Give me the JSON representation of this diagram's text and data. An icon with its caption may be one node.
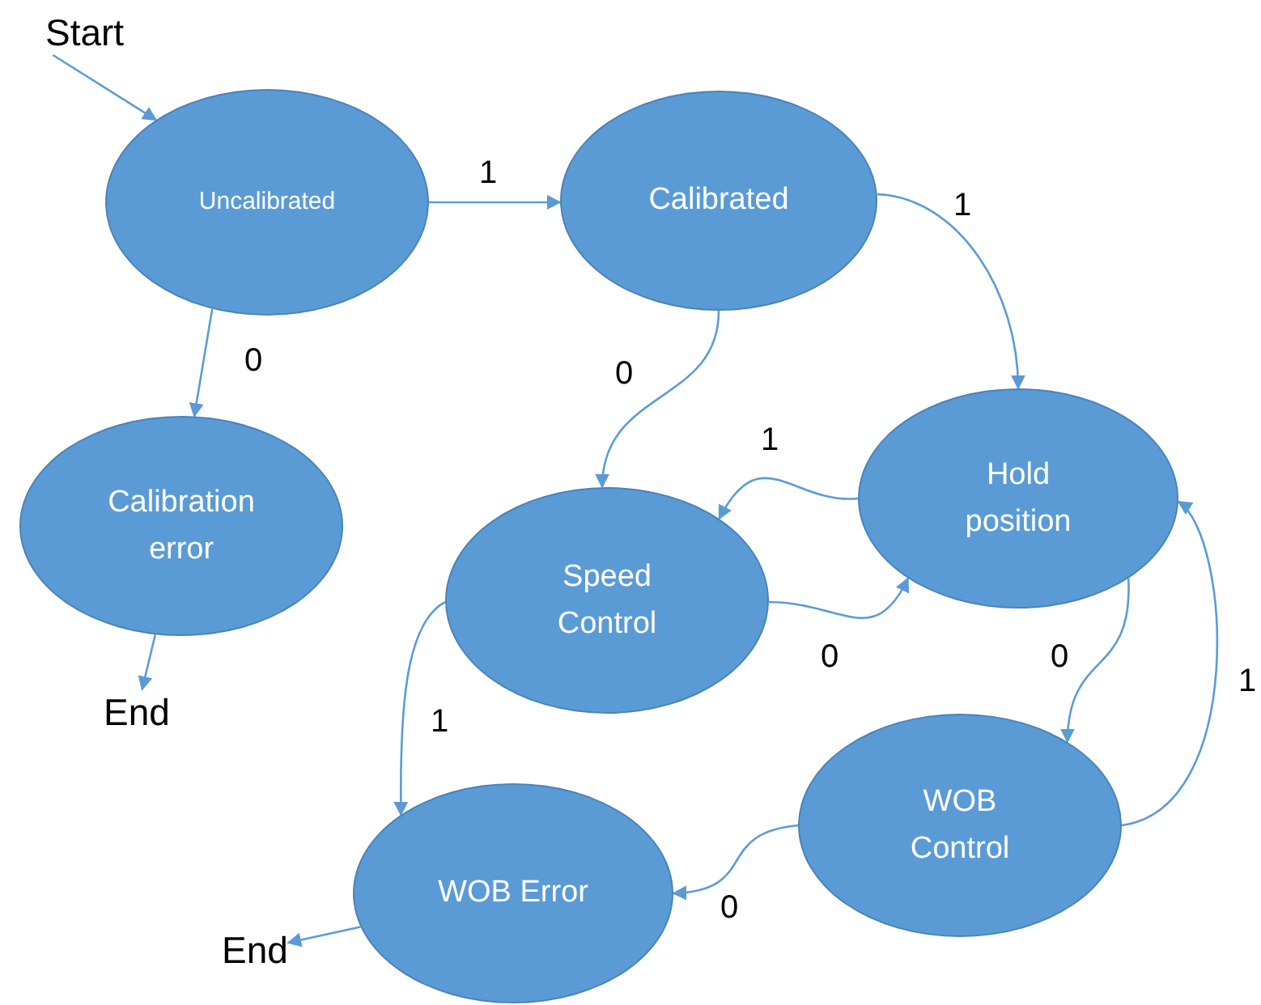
{
  "diagram": {
    "nodes": [
      {
        "text": [
          "Start"
        ]
      },
      {
        "text": [
          "Uncalibrated"
        ]
      },
      {
        "text": [
          "Calibrated"
        ]
      },
      {
        "text": [
          "Calibration error"
        ]
      },
      {
        "text": [
          "End"
        ]
      },
      {
        "text": [
          "Hold position"
        ]
      },
      {
        "text": [
          "Speed Control"
        ]
      },
      {
        "text": [
          "WOB Control"
        ]
      },
      {
        "text": [
          "WOB Error"
        ]
      },
      {
        "text": [
          "End"
        ]
      }
    ],
    "edges": [
      {
        "from": 0,
        "to": 1,
        "arrow": "to"
      },
      {
        "from": 1,
        "to": 2,
        "arrow": "to",
        "label": "1"
      },
      {
        "from": 1,
        "to": 3,
        "arrow": "to",
        "label": "0"
      },
      {
        "from": 2,
        "to": 5,
        "arrow": "to",
        "label": "1"
      },
      {
        "from": 2,
        "to": 6,
        "arrow": "to",
        "label": "0"
      },
      {
        "from": 5,
        "to": 6,
        "arrow": "to",
        "label": "1"
      },
      {
        "from": 6,
        "to": 5,
        "arrow": "to",
        "label": "0"
      },
      {
        "from": 5,
        "to": 7,
        "arrow": "to",
        "label": "0"
      },
      {
        "from": 7,
        "to": 5,
        "arrow": "to",
        "label": "1"
      },
      {
        "from": 6,
        "to": 8,
        "arrow": "to",
        "label": "1"
      },
      {
        "from": 7,
        "to": 8,
        "arrow": "to",
        "label": "0"
      },
      {
        "from": 3,
        "to": 4,
        "arrow": "to"
      },
      {
        "from": 8,
        "to": 9,
        "arrow": "to"
      }
    ]
  }
}
